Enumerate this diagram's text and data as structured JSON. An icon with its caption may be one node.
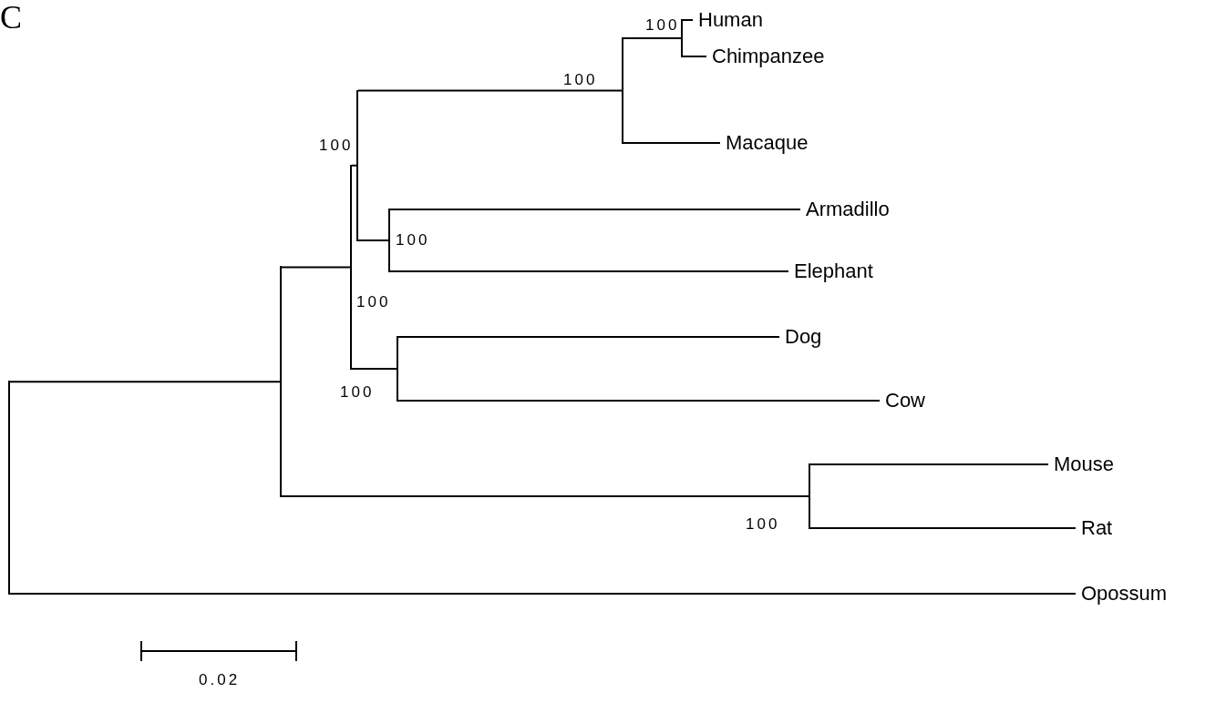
{
  "diagram": {
    "nodes": [
      {
        "text": [],
        "shape": "bar"
      },
      {
        "text": [],
        "shape": "bar"
      },
      {
        "text": [],
        "shape": "bar",
        "beside": [
          "100"
        ]
      },
      {
        "text": [],
        "shape": "bar",
        "beside": [
          "100"
        ]
      },
      {
        "text": [],
        "shape": "bar",
        "beside": [
          "100"
        ]
      },
      {
        "text": [],
        "shape": "bar",
        "beside": [
          "100"
        ]
      },
      {
        "text": [
          "Human"
        ]
      },
      {
        "text": [
          "Chimpanzee"
        ]
      },
      {
        "text": [
          "Macaque"
        ]
      },
      {
        "text": [],
        "shape": "bar",
        "beside": [
          "100"
        ]
      },
      {
        "text": [
          "Armadillo"
        ]
      },
      {
        "text": [
          "Elephant"
        ]
      },
      {
        "text": [],
        "shape": "bar",
        "beside": [
          "100"
        ]
      },
      {
        "text": [
          "Dog"
        ]
      },
      {
        "text": [
          "Cow"
        ]
      },
      {
        "text": [],
        "shape": "bar",
        "beside": [
          "100"
        ]
      },
      {
        "text": [
          "Mouse"
        ]
      },
      {
        "text": [
          "Rat"
        ]
      },
      {
        "text": [
          "Opossum"
        ]
      }
    ],
    "edges": [
      {
        "from": 0,
        "to": 1,
        "arrow": "none"
      },
      {
        "from": 0,
        "to": 18,
        "arrow": "none"
      },
      {
        "from": 1,
        "to": 2,
        "arrow": "none"
      },
      {
        "from": 1,
        "to": 15,
        "arrow": "none"
      },
      {
        "from": 2,
        "to": 3,
        "arrow": "none"
      },
      {
        "from": 2,
        "to": 12,
        "arrow": "none"
      },
      {
        "from": 3,
        "to": 4,
        "arrow": "none"
      },
      {
        "from": 3,
        "to": 9,
        "arrow": "none"
      },
      {
        "from": 4,
        "to": 5,
        "arrow": "none"
      },
      {
        "from": 4,
        "to": 8,
        "arrow": "none"
      },
      {
        "from": 5,
        "to": 6,
        "arrow": "none"
      },
      {
        "from": 5,
        "to": 7,
        "arrow": "none"
      },
      {
        "from": 9,
        "to": 10,
        "arrow": "none"
      },
      {
        "from": 9,
        "to": 11,
        "arrow": "none"
      },
      {
        "from": 12,
        "to": 13,
        "arrow": "none"
      },
      {
        "from": 12,
        "to": 14,
        "arrow": "none"
      },
      {
        "from": 15,
        "to": 16,
        "arrow": "none"
      },
      {
        "from": 15,
        "to": 17,
        "arrow": "none"
      }
    ],
    "labels": [
      "C",
      "0.02"
    ]
  }
}
